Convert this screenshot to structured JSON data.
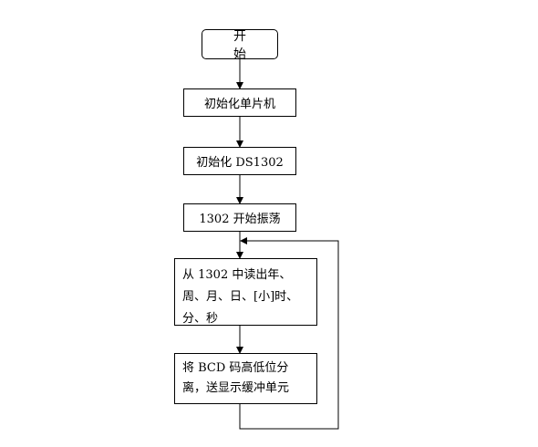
{
  "flowchart": {
    "start": "开 始",
    "steps": [
      "初始化单片机",
      "初始化 DS1302",
      "1302 开始振荡"
    ],
    "read_block": [
      "从 1302 中读出年、",
      "周、月、日、[小]时、",
      "分、秒"
    ],
    "convert_block": [
      "将 BCD 码高低位分",
      "离，送显示缓冲单元"
    ]
  }
}
